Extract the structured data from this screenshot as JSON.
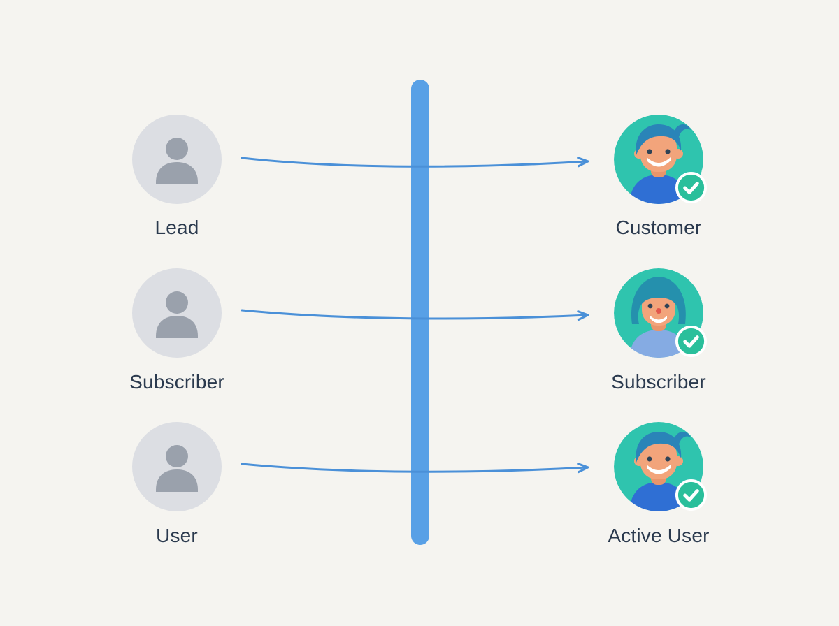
{
  "rows": [
    {
      "left_label": "Lead",
      "right_label": "Customer",
      "right_avatar": "man"
    },
    {
      "left_label": "Subscriber",
      "right_label": "Subscriber",
      "right_avatar": "woman"
    },
    {
      "left_label": "User",
      "right_label": "Active User",
      "right_avatar": "man"
    }
  ],
  "icons": {
    "left_avatar": "person-placeholder-icon",
    "right_avatar_badge": "check-icon",
    "connector": "arrow-right-icon"
  },
  "colors": {
    "background": "#f5f4f0",
    "divider_bar": "#58a0e6",
    "arrow": "#4a90d8",
    "left_avatar_bg": "#dcdee3",
    "left_avatar_glyph": "#9aa1ac",
    "right_avatar_bg": "#2fc4ae",
    "badge_green": "#2abf9b",
    "label_text": "#2b3a4e"
  }
}
